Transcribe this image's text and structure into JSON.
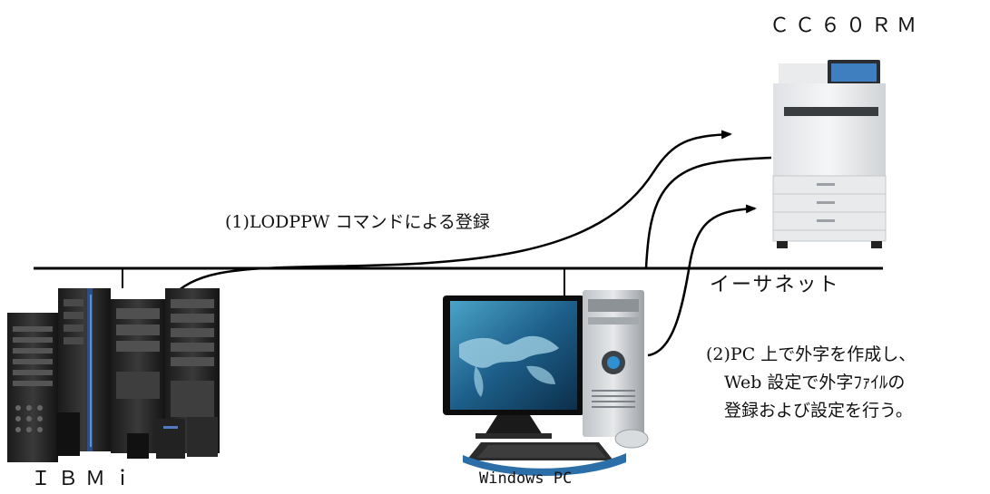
{
  "devices": {
    "printer": {
      "name": "ＣＣ６０ＲＭ",
      "icon": "multifunction-printer-icon"
    },
    "server": {
      "name": "ＩＢＭｉ",
      "icon": "ibm-i-server-rack-icon"
    },
    "pc": {
      "name": "Windows PC",
      "icon": "desktop-pc-icon"
    }
  },
  "network": {
    "label": "イーサネット"
  },
  "steps": {
    "step1": "(1)LODPPW コマンドによる登録",
    "step2": [
      "(2)PC 上で外字を作成し、",
      "Web 設定で外字ﾌｧｲﾙの",
      "登録および設定を行う。"
    ]
  },
  "colors": {
    "line": "#000000",
    "screen": "#1d5f8a",
    "accent_blue": "#2f8fd0"
  }
}
